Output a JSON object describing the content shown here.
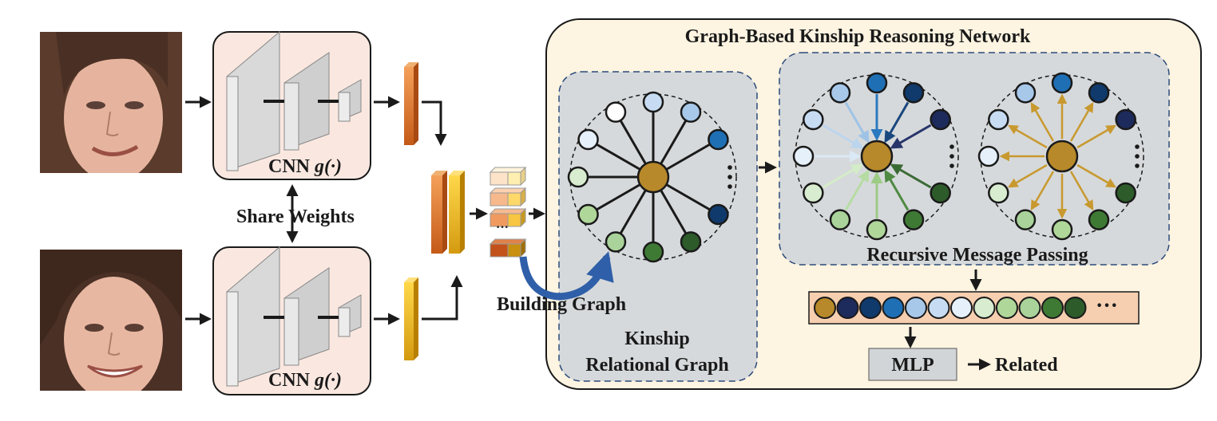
{
  "title": "Graph-Based Kinship Reasoning Network",
  "cnn": {
    "label": "CNN",
    "func": "g(·)"
  },
  "share_weights": "Share Weights",
  "building_graph": "Building Graph",
  "kinship_graph": {
    "line1": "Kinship",
    "line2": "Relational Graph"
  },
  "message_passing": "Recursive Message Passing",
  "mlp": "MLP",
  "output": "Related",
  "ellipsis": "···",
  "colors": {
    "graph_frame_bg": "#fdf4e1",
    "panel_bg": "#d6d9db",
    "cnn_box_bg": "#fae8e0",
    "center_node": "#b8892a",
    "feature_strip": "#f6cfb0",
    "mlp_box": "#d2d5d7",
    "arrow_blue": "#2f5fa8",
    "gold_arrow": "#c8992f"
  }
}
